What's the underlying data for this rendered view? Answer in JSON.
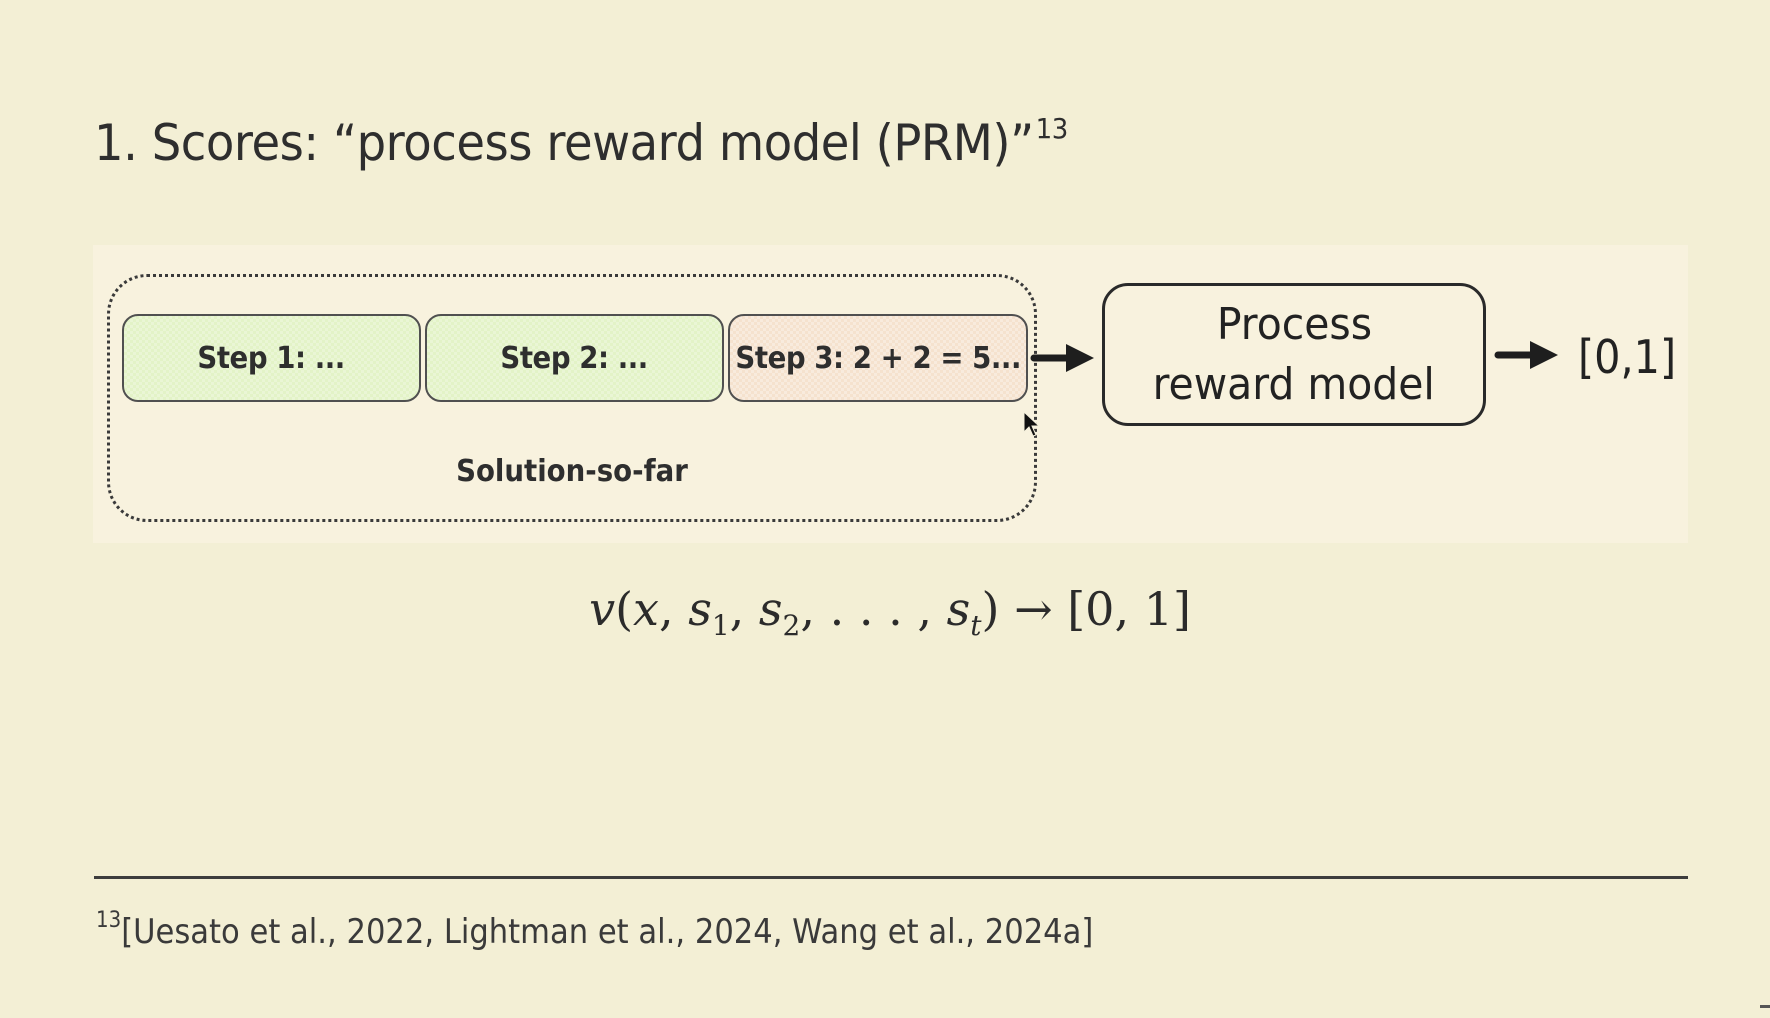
{
  "slide": {
    "title": "1. Scores: “process reward model (PRM)”",
    "title_footnote_ref": "13"
  },
  "diagram": {
    "steps": [
      {
        "label": "Step 1: ...",
        "status": "correct",
        "color": "#e3f3c7"
      },
      {
        "label": "Step 2: ...",
        "status": "correct",
        "color": "#e3f3c7"
      },
      {
        "label": "Step 3: 2 + 2 = 5...",
        "status": "incorrect",
        "color": "#f5e2ce"
      }
    ],
    "group_label": "Solution-so-far",
    "model_label_line1": "Process",
    "model_label_line2": "reward model",
    "output_label": "[0,1]"
  },
  "formula": {
    "fn": "v",
    "open": "(",
    "x": "x",
    "s": "s",
    "sub1": "1",
    "sub2": "2",
    "ellipsis": ". . .",
    "subt": "t",
    "close": ")",
    "arrow": "→",
    "range": "[0, 1]"
  },
  "footnote": {
    "ref": "13",
    "text": "[Uesato et al., 2022, Lightman et al., 2024, Wang et al., 2024a]"
  },
  "icons": {
    "arrows": "right-arrow-icon",
    "cursor": "mouse-cursor-icon"
  }
}
